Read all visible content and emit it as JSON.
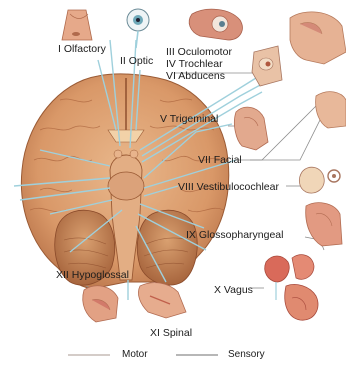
{
  "diagram": {
    "nerves": [
      {
        "id": "olfactory",
        "label": "I Olfactory"
      },
      {
        "id": "optic",
        "label": "II Optic"
      },
      {
        "id": "oculomotor",
        "label": "III Oculomotor"
      },
      {
        "id": "trochlear",
        "label": "IV Trochlear"
      },
      {
        "id": "abducens",
        "label": "VI Abducens"
      },
      {
        "id": "trigeminal",
        "label": "V Trigeminal"
      },
      {
        "id": "facial",
        "label": "VII Facial"
      },
      {
        "id": "vestibulocochlear",
        "label": "VIII Vestibulocochlear"
      },
      {
        "id": "glossopharyngeal",
        "label": "IX Glossopharyngeal"
      },
      {
        "id": "vagus",
        "label": "X Vagus"
      },
      {
        "id": "hypoglossal",
        "label": "XII Hypoglossal"
      },
      {
        "id": "spinal",
        "label": "XI Spinal"
      }
    ],
    "legend": {
      "motor": {
        "label": "Motor",
        "color": "#a89a90"
      },
      "sensory": {
        "label": "Sensory",
        "color": "#6f6f6f"
      }
    },
    "colors": {
      "brain": "#d99868",
      "brain_dark": "#b86b3e",
      "cerebellum": "#c98a5c",
      "nerve": "#9fd0dc",
      "tissue": "#e39a84",
      "tissue_dark": "#c96e5a",
      "head": "#e8b89a"
    }
  }
}
